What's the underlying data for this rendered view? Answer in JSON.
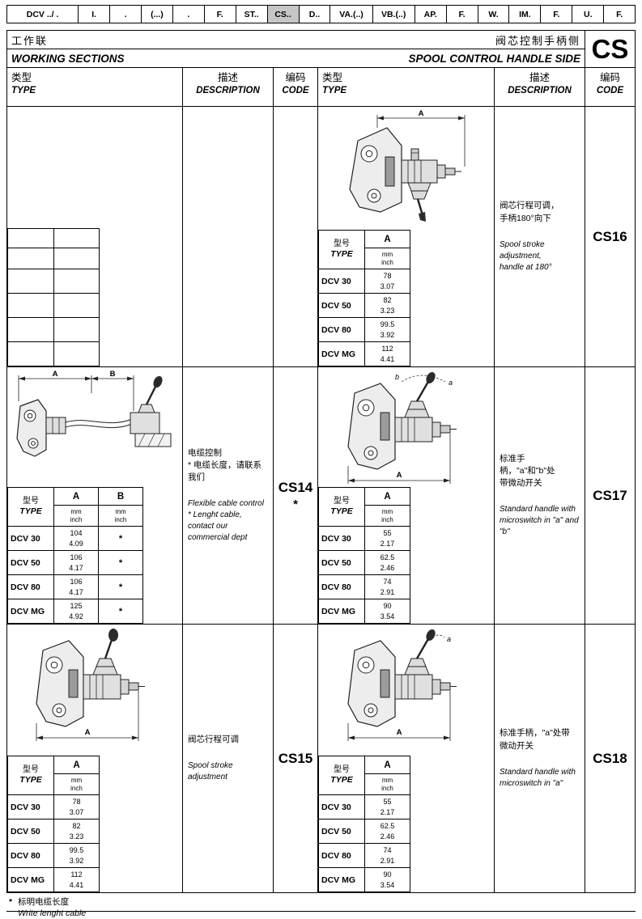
{
  "nav": {
    "tabs": [
      {
        "label": "DCV ../ .",
        "active": false
      },
      {
        "label": "I.",
        "active": false
      },
      {
        "label": ".",
        "active": false
      },
      {
        "label": "(...)",
        "active": false
      },
      {
        "label": ".",
        "active": false
      },
      {
        "label": "F.",
        "active": false
      },
      {
        "label": "ST..",
        "active": false
      },
      {
        "label": "CS..",
        "active": true
      },
      {
        "label": "D..",
        "active": false
      },
      {
        "label": "VA.(..)",
        "active": false
      },
      {
        "label": "VB.(..)",
        "active": false
      },
      {
        "label": "AP.",
        "active": false
      },
      {
        "label": "F.",
        "active": false
      },
      {
        "label": "W.",
        "active": false
      },
      {
        "label": "IM.",
        "active": false
      },
      {
        "label": "F.",
        "active": false
      },
      {
        "label": "U.",
        "active": false
      },
      {
        "label": "F.",
        "active": false
      }
    ]
  },
  "header": {
    "left_zh": "工作联",
    "left_en": "WORKING SECTIONS",
    "right_zh": "阀芯控制手柄侧",
    "right_en": "SPOOL CONTROL HANDLE SIDE",
    "badge": "CS"
  },
  "col_headers": {
    "type_zh": "类型",
    "type_en": "TYPE",
    "desc_zh": "描述",
    "desc_en": "DESCRIPTION",
    "code_zh": "编码",
    "code_en": "CODE"
  },
  "spec_labels": {
    "model_zh": "型号",
    "model_en": "TYPE",
    "col_a": "A",
    "col_b": "B",
    "mm": "mm",
    "inch": "inch"
  },
  "sections": {
    "cs14": {
      "code": "CS14",
      "code_note": "*",
      "desc_zh1": "电缆控制",
      "desc_zh2": "* 电缆长度，请联系我们",
      "desc_en1": "Flexible cable control",
      "desc_en2": "* Lenght cable, contact our commercial dept",
      "diagram": {
        "dim_a": "A",
        "dim_b": "B"
      },
      "rows": [
        {
          "model": "DCV 30",
          "mm": "104",
          "inch": "4.09",
          "b": "*"
        },
        {
          "model": "DCV 50",
          "mm": "106",
          "inch": "4.17",
          "b": "*"
        },
        {
          "model": "DCV 80",
          "mm": "106",
          "inch": "4.17",
          "b": "*"
        },
        {
          "model": "DCV MG",
          "mm": "125",
          "inch": "4.92",
          "b": "*"
        }
      ]
    },
    "cs15": {
      "code": "CS15",
      "desc_zh1": "阀芯行程可调",
      "desc_en1": "Spool stroke adjustment",
      "diagram": {
        "dim_a": "A"
      },
      "rows": [
        {
          "model": "DCV 30",
          "mm": "78",
          "inch": "3.07"
        },
        {
          "model": "DCV 50",
          "mm": "82",
          "inch": "3.23"
        },
        {
          "model": "DCV 80",
          "mm": "99.5",
          "inch": "3.92"
        },
        {
          "model": "DCV MG",
          "mm": "112",
          "inch": "4.41"
        }
      ]
    },
    "cs16": {
      "code": "CS16",
      "desc_zh1": "阀芯行程可调，",
      "desc_zh2": "手柄180°向下",
      "desc_en1": "Spool stroke adjustment,",
      "desc_en2": "handle at 180°",
      "diagram": {
        "dim_a": "A"
      },
      "rows": [
        {
          "model": "DCV 30",
          "mm": "78",
          "inch": "3.07"
        },
        {
          "model": "DCV 50",
          "mm": "82",
          "inch": "3.23"
        },
        {
          "model": "DCV 80",
          "mm": "99.5",
          "inch": "3.92"
        },
        {
          "model": "DCV MG",
          "mm": "112",
          "inch": "4.41"
        }
      ]
    },
    "cs17": {
      "code": "CS17",
      "desc_zh1": "标准手柄，\"a\"和\"b\"处",
      "desc_zh2": "带微动开关",
      "desc_en1": "Standard handle with",
      "desc_en2": "microswitch in \"a\" and \"b\"",
      "diagram": {
        "dim_a": "A",
        "label_a": "a",
        "label_b": "b"
      },
      "rows": [
        {
          "model": "DCV 30",
          "mm": "55",
          "inch": "2.17"
        },
        {
          "model": "DCV 50",
          "mm": "62.5",
          "inch": "2.46"
        },
        {
          "model": "DCV 80",
          "mm": "74",
          "inch": "2.91"
        },
        {
          "model": "DCV MG",
          "mm": "90",
          "inch": "3.54"
        }
      ]
    },
    "cs18": {
      "code": "CS18",
      "desc_zh1": "标准手柄，\"a\"处带",
      "desc_zh2": "微动开关",
      "desc_en1": "Standard handle with",
      "desc_en2": "microswitch in \"a\"",
      "diagram": {
        "dim_a": "A",
        "label_a": "a"
      },
      "rows": [
        {
          "model": "DCV 30",
          "mm": "55",
          "inch": "2.17"
        },
        {
          "model": "DCV 50",
          "mm": "62.5",
          "inch": "2.46"
        },
        {
          "model": "DCV 80",
          "mm": "74",
          "inch": "2.91"
        },
        {
          "model": "DCV MG",
          "mm": "90",
          "inch": "3.54"
        }
      ]
    }
  },
  "footnote": {
    "star": "*",
    "zh": "标明电缆长度",
    "en": "Write lenght cable"
  }
}
